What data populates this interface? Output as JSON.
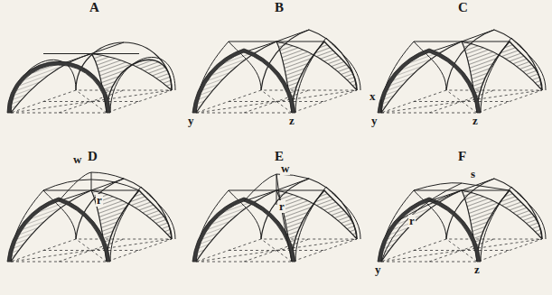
{
  "diagram": {
    "labels": [
      "A",
      "B",
      "C",
      "y",
      "z",
      "x",
      "y",
      "z",
      "D",
      "w",
      "r",
      "E",
      "w",
      "r",
      "F",
      "s",
      "r",
      "y",
      "z"
    ]
  }
}
